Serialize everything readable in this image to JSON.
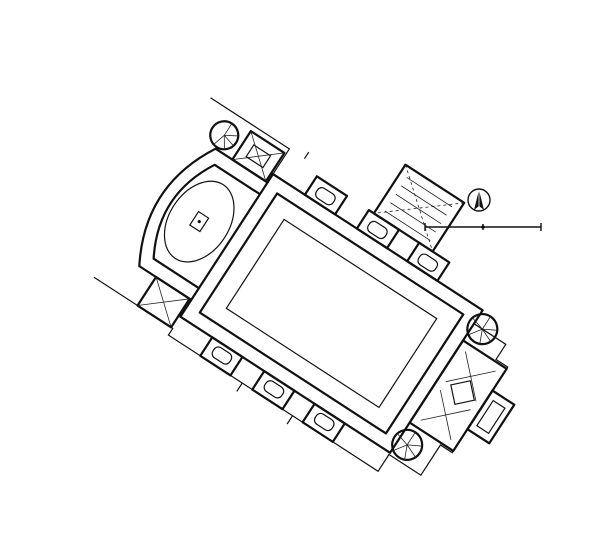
{
  "figure": {
    "kind": "architectural floor plan",
    "orientation_rotation_deg": -33,
    "ink_color": "#111111",
    "background_color": "#ffffff"
  },
  "north_arrow": {
    "icon": "north-arrow-icon"
  },
  "scale_bar": {
    "icon": "scale-bar-icon",
    "divisions": 2
  }
}
